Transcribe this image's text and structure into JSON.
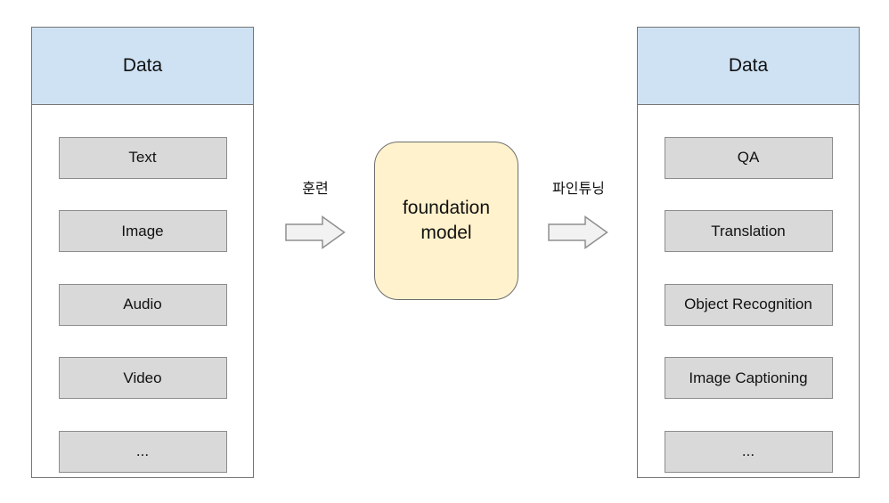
{
  "diagram": {
    "left_panel": {
      "header": "Data",
      "items": [
        "Text",
        "Image",
        "Audio",
        "Video",
        "..."
      ]
    },
    "center": {
      "model_label": "foundation model"
    },
    "arrows": {
      "train": {
        "label": "훈련"
      },
      "finetune": {
        "label": "파인튜닝"
      }
    },
    "right_panel": {
      "header": "Data",
      "items": [
        "QA",
        "Translation",
        "Object Recognition",
        "Image Captioning",
        "..."
      ]
    },
    "colors": {
      "header_fill": "#cfe2f3",
      "item_fill": "#d9d9d9",
      "model_fill": "#fff2cc",
      "arrow_fill": "#f2f2f2",
      "border": "#757575"
    }
  }
}
